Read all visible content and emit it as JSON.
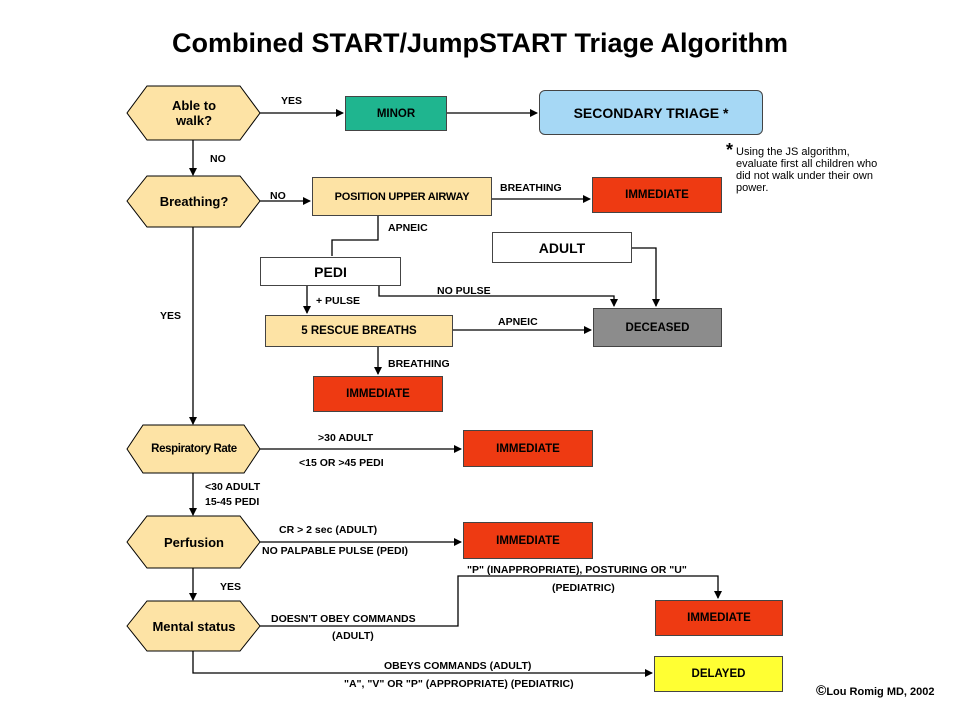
{
  "title": "Combined START/JumpSTART Triage Algorithm",
  "decisions": {
    "walk": "Able to walk?",
    "breathing": "Breathing?",
    "resp_rate": "Respiratory Rate",
    "perfusion": "Perfusion",
    "mental": "Mental status"
  },
  "boxes": {
    "minor": "MINOR",
    "secondary": "SECONDARY TRIAGE *",
    "position_airway": "POSITION UPPER AIRWAY",
    "immediate": "IMMEDIATE",
    "adult": "ADULT",
    "pedi": "PEDI",
    "rescue": "5 RESCUE BREATHS",
    "deceased": "DECEASED",
    "delayed": "DELAYED"
  },
  "labels": {
    "yes": "YES",
    "no": "NO",
    "breathing": "BREATHING",
    "apneic": "APNEIC",
    "plus_pulse": "+ PULSE",
    "no_pulse": "NO PULSE",
    "rr_high_adult": ">30 ADULT",
    "rr_pedi_range": "<15 OR >45 PEDI",
    "rr_low_adult": "<30 ADULT",
    "rr_pedi_normal": "15-45 PEDI",
    "cr_adult": "CR > 2 sec (ADULT)",
    "no_palpable": "NO PALPABLE PULSE (PEDI)",
    "p_inappropriate": "\"P\" (INAPPROPRIATE), POSTURING OR \"U\"",
    "pediatric": "(PEDIATRIC)",
    "doesnt_obey": "DOESN'T OBEY COMMANDS",
    "adult_paren": "(ADULT)",
    "obeys": "OBEYS COMMANDS (ADULT)",
    "avp_appropriate": "\"A\", \"V\" OR \"P\" (APPROPRIATE) (PEDIATRIC)"
  },
  "note": {
    "star": "*",
    "line1": "Using the JS algorithm,",
    "line2": "evaluate first all children who",
    "line3": "did not walk under their own",
    "line4": "power."
  },
  "credit": {
    "symbol": "©",
    "text": "Lou Romig MD, 2002"
  },
  "colors": {
    "hexagon": "#fde3a5",
    "minor": "#1fb58f",
    "secondary": "#a6d8f5",
    "airway": "#fde3a5",
    "immediate": "#ee3a12",
    "deceased": "#8c8c8c",
    "delayed": "#ffff33"
  }
}
